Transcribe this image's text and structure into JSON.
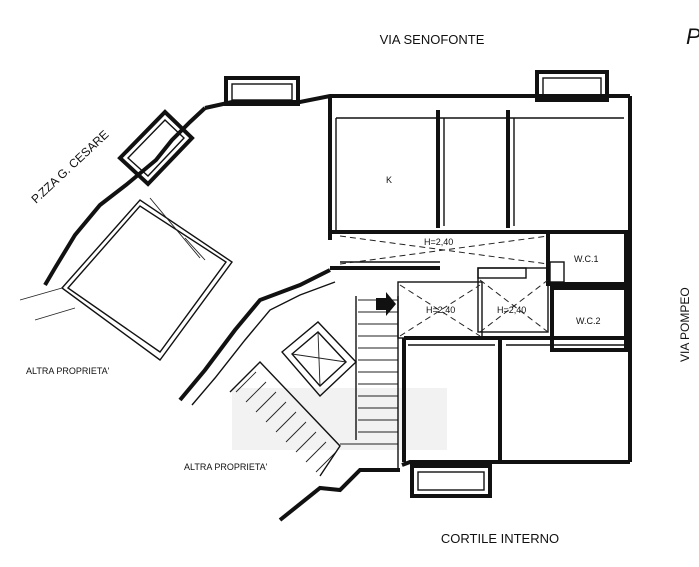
{
  "labels": {
    "street_top": "VIA SENOFONTE",
    "street_right": "VIA POMPEO",
    "square_left": "P.ZZA G. CESARE",
    "courtyard_bottom": "CORTILE INTERNO",
    "other_property_left": "ALTRA PROPRIETA'",
    "other_property_bottom": "ALTRA PROPRIETA'",
    "room_kitchen": "K",
    "bath_1": "W.C.1",
    "bath_2": "W.C.2",
    "height_corridor": "H=2,40",
    "height_hall_left": "H=2,40",
    "height_hall_right": "H=2,40",
    "corner_mark": "P"
  },
  "colors": {
    "ink": "#111111",
    "paper": "#ffffff",
    "watermark": "#d9d9d9"
  },
  "icons": {
    "entrance_arrow": "arrow-right-icon"
  }
}
